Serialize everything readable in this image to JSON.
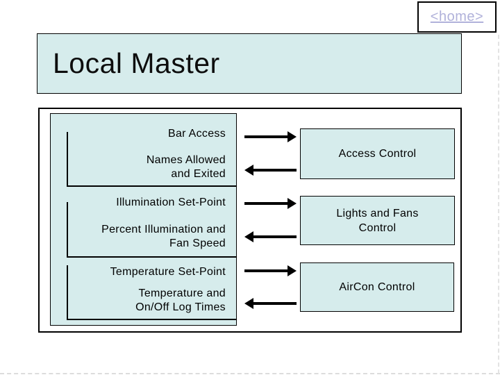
{
  "header": {
    "home_link_label": "<home>",
    "title": "Local Master"
  },
  "diagram": {
    "sections": [
      {
        "to_controller": "Bar Access",
        "from_controller_line1": "Names Allowed",
        "from_controller_line2": "and Exited"
      },
      {
        "to_controller": "Illumination Set-Point",
        "from_controller_line1": "Percent Illumination and",
        "from_controller_line2": "Fan Speed"
      },
      {
        "to_controller": "Temperature Set-Point",
        "from_controller_line1": "Temperature and",
        "from_controller_line2": "On/Off Log Times"
      }
    ],
    "controllers": [
      {
        "line1": "Access Control",
        "line2": ""
      },
      {
        "line1": "Lights and Fans",
        "line2": "Control"
      },
      {
        "line1": "AirCon Control",
        "line2": ""
      }
    ]
  },
  "colors": {
    "panel_fill": "#d6ecec",
    "link": "#b0b1da",
    "outline": "#000000"
  }
}
